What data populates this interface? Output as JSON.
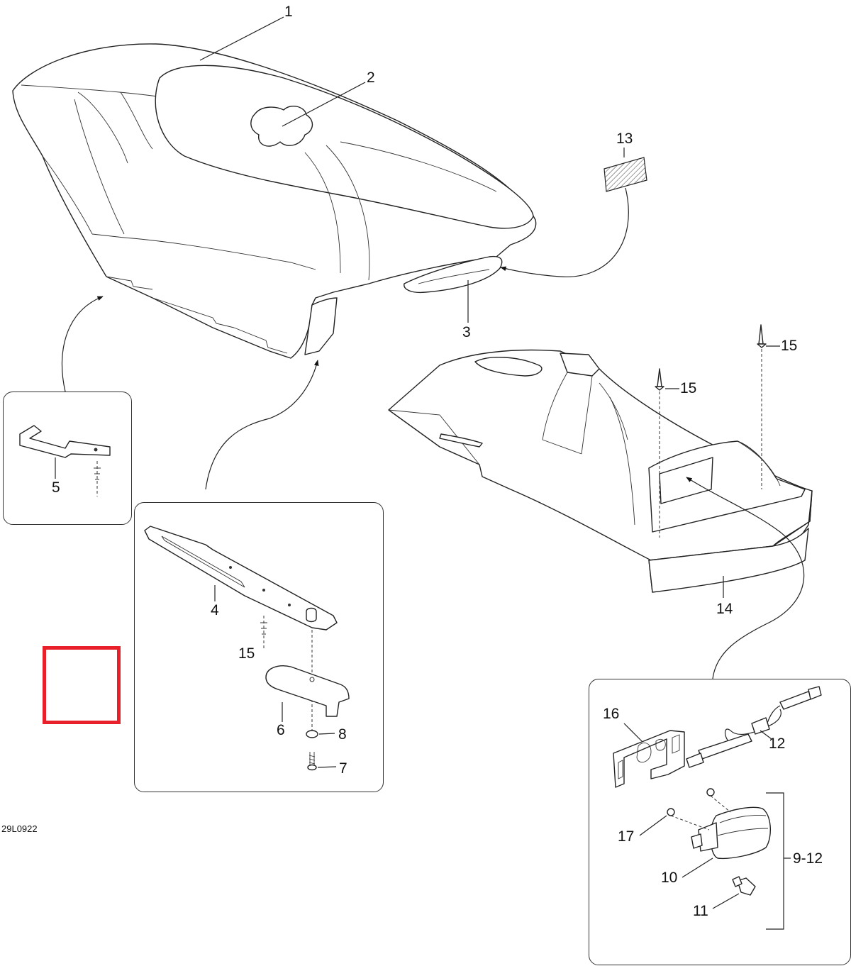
{
  "diagram": {
    "drawing_code": "29L0922",
    "callouts": [
      {
        "id": "c1",
        "text": "1"
      },
      {
        "id": "c2",
        "text": "2"
      },
      {
        "id": "c3",
        "text": "3"
      },
      {
        "id": "c13",
        "text": "13"
      },
      {
        "id": "c15a",
        "text": "15"
      },
      {
        "id": "c15b",
        "text": "15"
      },
      {
        "id": "c14",
        "text": "14"
      },
      {
        "id": "c5",
        "text": "5"
      },
      {
        "id": "c4",
        "text": "4"
      },
      {
        "id": "c15c",
        "text": "15"
      },
      {
        "id": "c6",
        "text": "6"
      },
      {
        "id": "c8",
        "text": "8"
      },
      {
        "id": "c7",
        "text": "7"
      },
      {
        "id": "c16",
        "text": "16"
      },
      {
        "id": "c12",
        "text": "12"
      },
      {
        "id": "c17",
        "text": "17"
      },
      {
        "id": "c10",
        "text": "10"
      },
      {
        "id": "c9_12",
        "text": "9-12"
      },
      {
        "id": "c11",
        "text": "11"
      }
    ],
    "highlight_color": "#e8202a"
  }
}
